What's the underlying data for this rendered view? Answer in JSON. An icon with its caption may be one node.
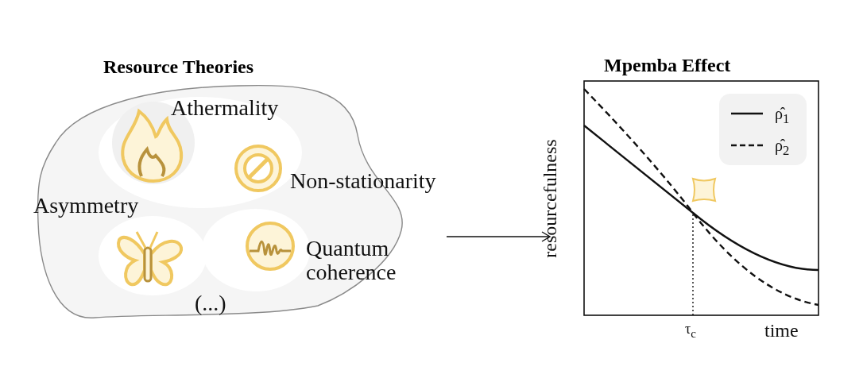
{
  "diagram": {
    "nodes": [
      {
        "text": [
          "Resource Theories"
        ]
      },
      {
        "text": [
          "Mpemba Effect"
        ]
      }
    ],
    "edges": [
      {
        "from": 0,
        "to": 1,
        "arrow": "to"
      }
    ],
    "labels": [
      "Athermality",
      "Non-stationarity",
      "Asymmetry",
      "Quantum coherence",
      "(...)",
      "resourcefulness",
      "τ$_{c}$",
      "time"
    ],
    "legend": [
      {
        "text": "ρ̂$_{1}$"
      },
      {
        "text": "ρ̂$_{2}$"
      }
    ]
  }
}
